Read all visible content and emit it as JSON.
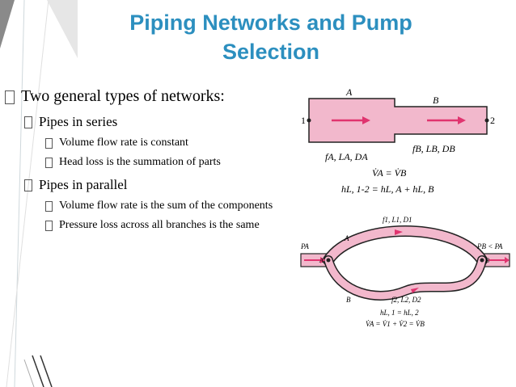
{
  "title": {
    "line1": "Piping Networks and Pump",
    "line2": "Selection"
  },
  "bullets": {
    "main": "Two general types of networks:",
    "series": {
      "label": "Pipes in series",
      "items": [
        "Volume flow rate is constant",
        "Head loss is the summation of parts"
      ]
    },
    "parallel": {
      "label": "Pipes in parallel",
      "items": [
        "Volume flow rate is the sum of the components",
        "Pressure loss across all branches is the same"
      ]
    }
  },
  "fig_series": {
    "label_a": "A",
    "label_b": "B",
    "node1": "1",
    "node2": "2",
    "props_a": "fA, LA, DA",
    "props_b": "fB, LB, DB",
    "eq_flow": "V̇A = V̇B",
    "eq_head": "hL, 1-2 = hL, A + hL, B"
  },
  "fig_parallel": {
    "props_1": "f1, L1, D1",
    "props_2": "f2, L2, D2",
    "pa": "PA",
    "pb": "PB < PA",
    "a": "A",
    "b": "B",
    "node_a": "A",
    "node_b": "B",
    "eq_head": "hL, 1 = hL, 2",
    "eq_flow": "V̇A = V̇1 + V̇2 = V̇B"
  },
  "colors": {
    "title": "#2c8fbf",
    "pipe_fill": "#f2b8cc",
    "arrow": "#e0346f"
  }
}
